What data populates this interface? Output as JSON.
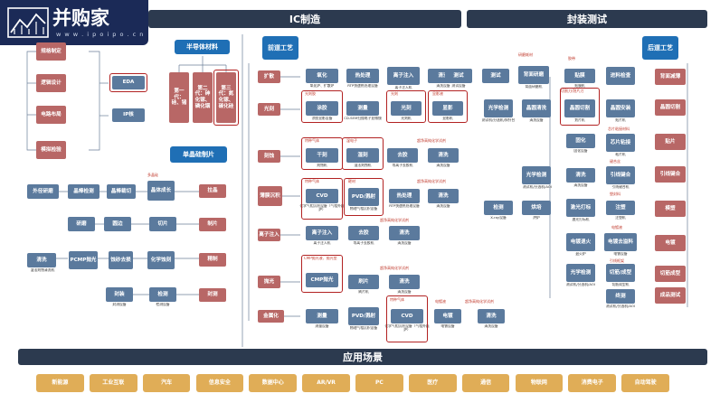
{
  "logo": {
    "brand": "并购家",
    "url": "w w w . i p o i p o . c n"
  },
  "banners": {
    "ic": "IC制造",
    "pack": "封装测试",
    "apps": "应用场景"
  },
  "headers": {
    "semi": "半导体材料",
    "front": "前道工艺",
    "wafer": "单晶硅制片",
    "back": "后道工艺"
  },
  "design": {
    "items": [
      "规格制定",
      "逻辑设计",
      "电路布局",
      "模拟检验"
    ],
    "eda": "EDA",
    "ip": "IP核"
  },
  "materials": [
    "第一代：硅、锗",
    "第二代：砷化镓、磷化铟",
    "第三代：氮化镓、碳化硅"
  ],
  "wafer": {
    "r1": {
      "a": "外径研磨",
      "b": "晶棒检测",
      "c": "晶棒裁切",
      "d": "晶体成长",
      "tag": "多晶硅",
      "end": "拉晶"
    },
    "r2": {
      "a": "研磨",
      "b": "圆边",
      "c": "切片",
      "end": "制片"
    },
    "r3": {
      "a": "清洗",
      "a_cap": "湿法刻蚀清洗机",
      "b": "PCMP抛光",
      "c": "蚀砂去损",
      "d": "化学蚀刻",
      "end": "精制"
    },
    "r4": {
      "a": "封装",
      "a_cap": "封测设备",
      "b": "检测",
      "b_cap": "检测设备",
      "end": "封测"
    }
  },
  "front": {
    "kuosan": {
      "step": "扩散",
      "a": "氧化",
      "a_cap": "氧化炉、扩散炉",
      "b": "热处理",
      "b_cap": "RTP快速热处理设备",
      "c": "离子注入",
      "c_cap": "离子注入机",
      "d": "清洗",
      "d_cap": "清洗设备"
    },
    "guangke": {
      "step": "光刻",
      "a": "涂胶",
      "a_cap": "涂胶显影设备",
      "a_tag": "光刻胶",
      "b": "测量",
      "b_cap": "CD-SEM扫描电子显微镜",
      "c": "光刻",
      "c_cap": "光刻机",
      "c_tag": "光刻",
      "d": "显影",
      "d_cap": "显影机",
      "d_tag": "显影液"
    },
    "keshi": {
      "step": "刻蚀",
      "a": "干刻",
      "a_cap": "刻蚀机",
      "a_tag": "特种气体",
      "b": "湿刻",
      "b_cap": "湿法刻蚀机",
      "b_tag": "湿电子",
      "c": "去胶",
      "c_cap": "等离子去胶机",
      "d": "清洗",
      "d_cap": "清洗设备",
      "d_tag": "超净高纯化学试剂"
    },
    "bomo": {
      "step": "薄膜沉积",
      "a": "CVD",
      "a_cap": "化学气相沉积设备（气相外延炉）",
      "a_tag": "特种气体",
      "b": "PVD/溅射",
      "b_cap": "物理气相沉积设备",
      "b_tag": "靶材",
      "c": "热处理",
      "c_cap": "RTP快速热处理设备",
      "d": "清洗",
      "d_cap": "清洗设备",
      "d_tag": "超净高纯化学试剂"
    },
    "lizi": {
      "step": "离子注入",
      "a": "离子注入",
      "a_cap": "离子注入机",
      "b": "去胶",
      "b_cap": "等离子去胶机",
      "c": "清洗",
      "c_cap": "清洗设备",
      "c_tag": "超净高纯化学试剂"
    },
    "paoguang": {
      "step": "抛光",
      "a": "CMP抛光",
      "a_tag": "CMP抛光液、抛光垫",
      "b": "刷片",
      "b_cap": "刷片机",
      "c": "清洗",
      "c_cap": "清洗设备",
      "c_tag": "超净高纯化学试剂"
    },
    "jinshu": {
      "step": "金属化",
      "a": "测量",
      "a_cap": "测量设备",
      "b": "PVD/溅射",
      "b_cap": "物理气相沉积设备",
      "c": "CVD",
      "c_cap": "化学气相沉积设备（气相外延炉）",
      "c_tag": "特种气体",
      "d": "电镀",
      "d_cap": "电镀设备",
      "d_tag": "电镀液",
      "e": "清洗",
      "e_cap": "清洗设备",
      "e_tag": "超净高纯化学试剂"
    }
  },
  "back": {
    "test": "测试",
    "test_cap": "测试设备",
    "mark": "背面研磨",
    "mark_cap": "背面研磨机",
    "mark_tag": "研磨耗材",
    "paste": "贴膜",
    "paste_cap": "贴膜机",
    "paste_tag": "胶带",
    "inspect": "进料检查",
    "ship": "背面减薄",
    "opt1": "光学检测",
    "opt1_cap": "测试机/分选机/探针台",
    "clean": "晶圆清洗",
    "clean_cap": "清洗设备",
    "cut": "晶圆切割",
    "cut_cap": "划片机",
    "cut_tag": "切割刀/划片刀",
    "install": "晶圆安装",
    "install_cap": "贴片机",
    "dice": "晶圆切割",
    "cure": "固化",
    "cure_cap": "固化设备",
    "chip": "芯片粘接",
    "chip_cap": "粘片机",
    "chip_tag": "芯片粘接材料",
    "stick": "贴片",
    "opt2": "光学检测",
    "opt2_cap": "测试机/分选机/AOI",
    "wash": "清洗",
    "wash_cap": "清洗设备",
    "bond": "引线键合",
    "bond_cap": "引线键合机",
    "bond_tag": "键合丝",
    "bond2": "引线键合",
    "check": "检测",
    "check_cap": "X-ray设备",
    "bake": "烘培",
    "bake_cap": "烘炉",
    "laser": "激光打标",
    "laser_cap": "激光打标机",
    "mold": "注塑",
    "mold_cap": "注塑机",
    "mold_tag": "塑封料",
    "model": "模塑",
    "plate": "电镀退火",
    "plate_cap": "退火炉",
    "galv": "电镀去溢料",
    "galv_cap": "电镀设备",
    "galv_tag": "电镀液",
    "galv2": "电镀",
    "opt3": "光学检测",
    "opt3_cap": "测试机/分选机/AOI",
    "trim": "切筋/成型",
    "trim_cap": "切筋成型机",
    "trim_tag": "引线框架",
    "trim2": "切筋成型",
    "final": "终测",
    "final_cap": "测试机/分选机/AOI",
    "final2": "成品测试"
  },
  "apps": [
    "新能源",
    "工业互联",
    "汽车",
    "信息安全",
    "数据中心",
    "AR/VR",
    "PC",
    "医疗",
    "通信",
    "物联网",
    "消费电子",
    "自动驾驶"
  ]
}
